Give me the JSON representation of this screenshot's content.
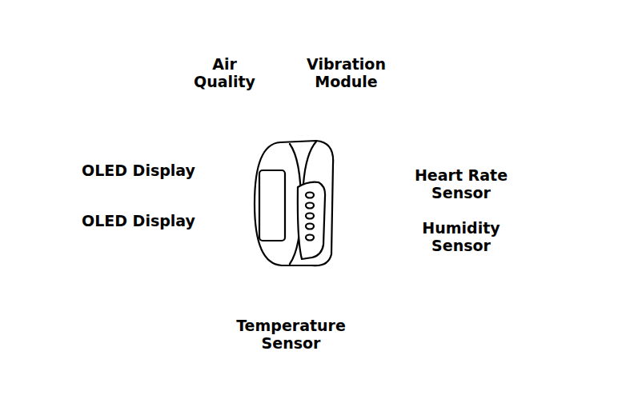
{
  "diagram": {
    "labels": [
      "Air Quality",
      "Vibration Module",
      "OLED Display",
      "OLED Display",
      "Heart Rate Sensor",
      "Humidity Sensor",
      "Temperature Sensor"
    ]
  }
}
